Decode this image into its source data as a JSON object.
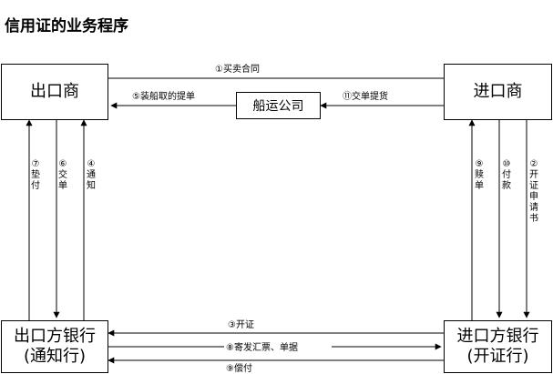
{
  "title": "信用证的业务程序",
  "nodes": {
    "exporter": "出口商",
    "importer": "进口商",
    "shipping_company": "船运公司",
    "exporter_bank_line1": "出口方银行",
    "exporter_bank_line2": "(通知行)",
    "importer_bank_line1": "进口方银行",
    "importer_bank_line2": "(开证行)"
  },
  "flows": {
    "f1": "①买卖合同",
    "f5": "⑤装船取的提单",
    "f11": "⑪交单提货",
    "f7": "⑦垫付",
    "f6": "⑥交单",
    "f4": "④通知",
    "f9_left": "⑨赎单",
    "f10": "⑩付款",
    "f2": "②开证申请书",
    "f3": "③开证",
    "f8": "⑧寄发汇票、单据",
    "f9_bottom": "⑨偿付"
  },
  "colors": {
    "line": "#000000",
    "background": "#ffffff"
  }
}
